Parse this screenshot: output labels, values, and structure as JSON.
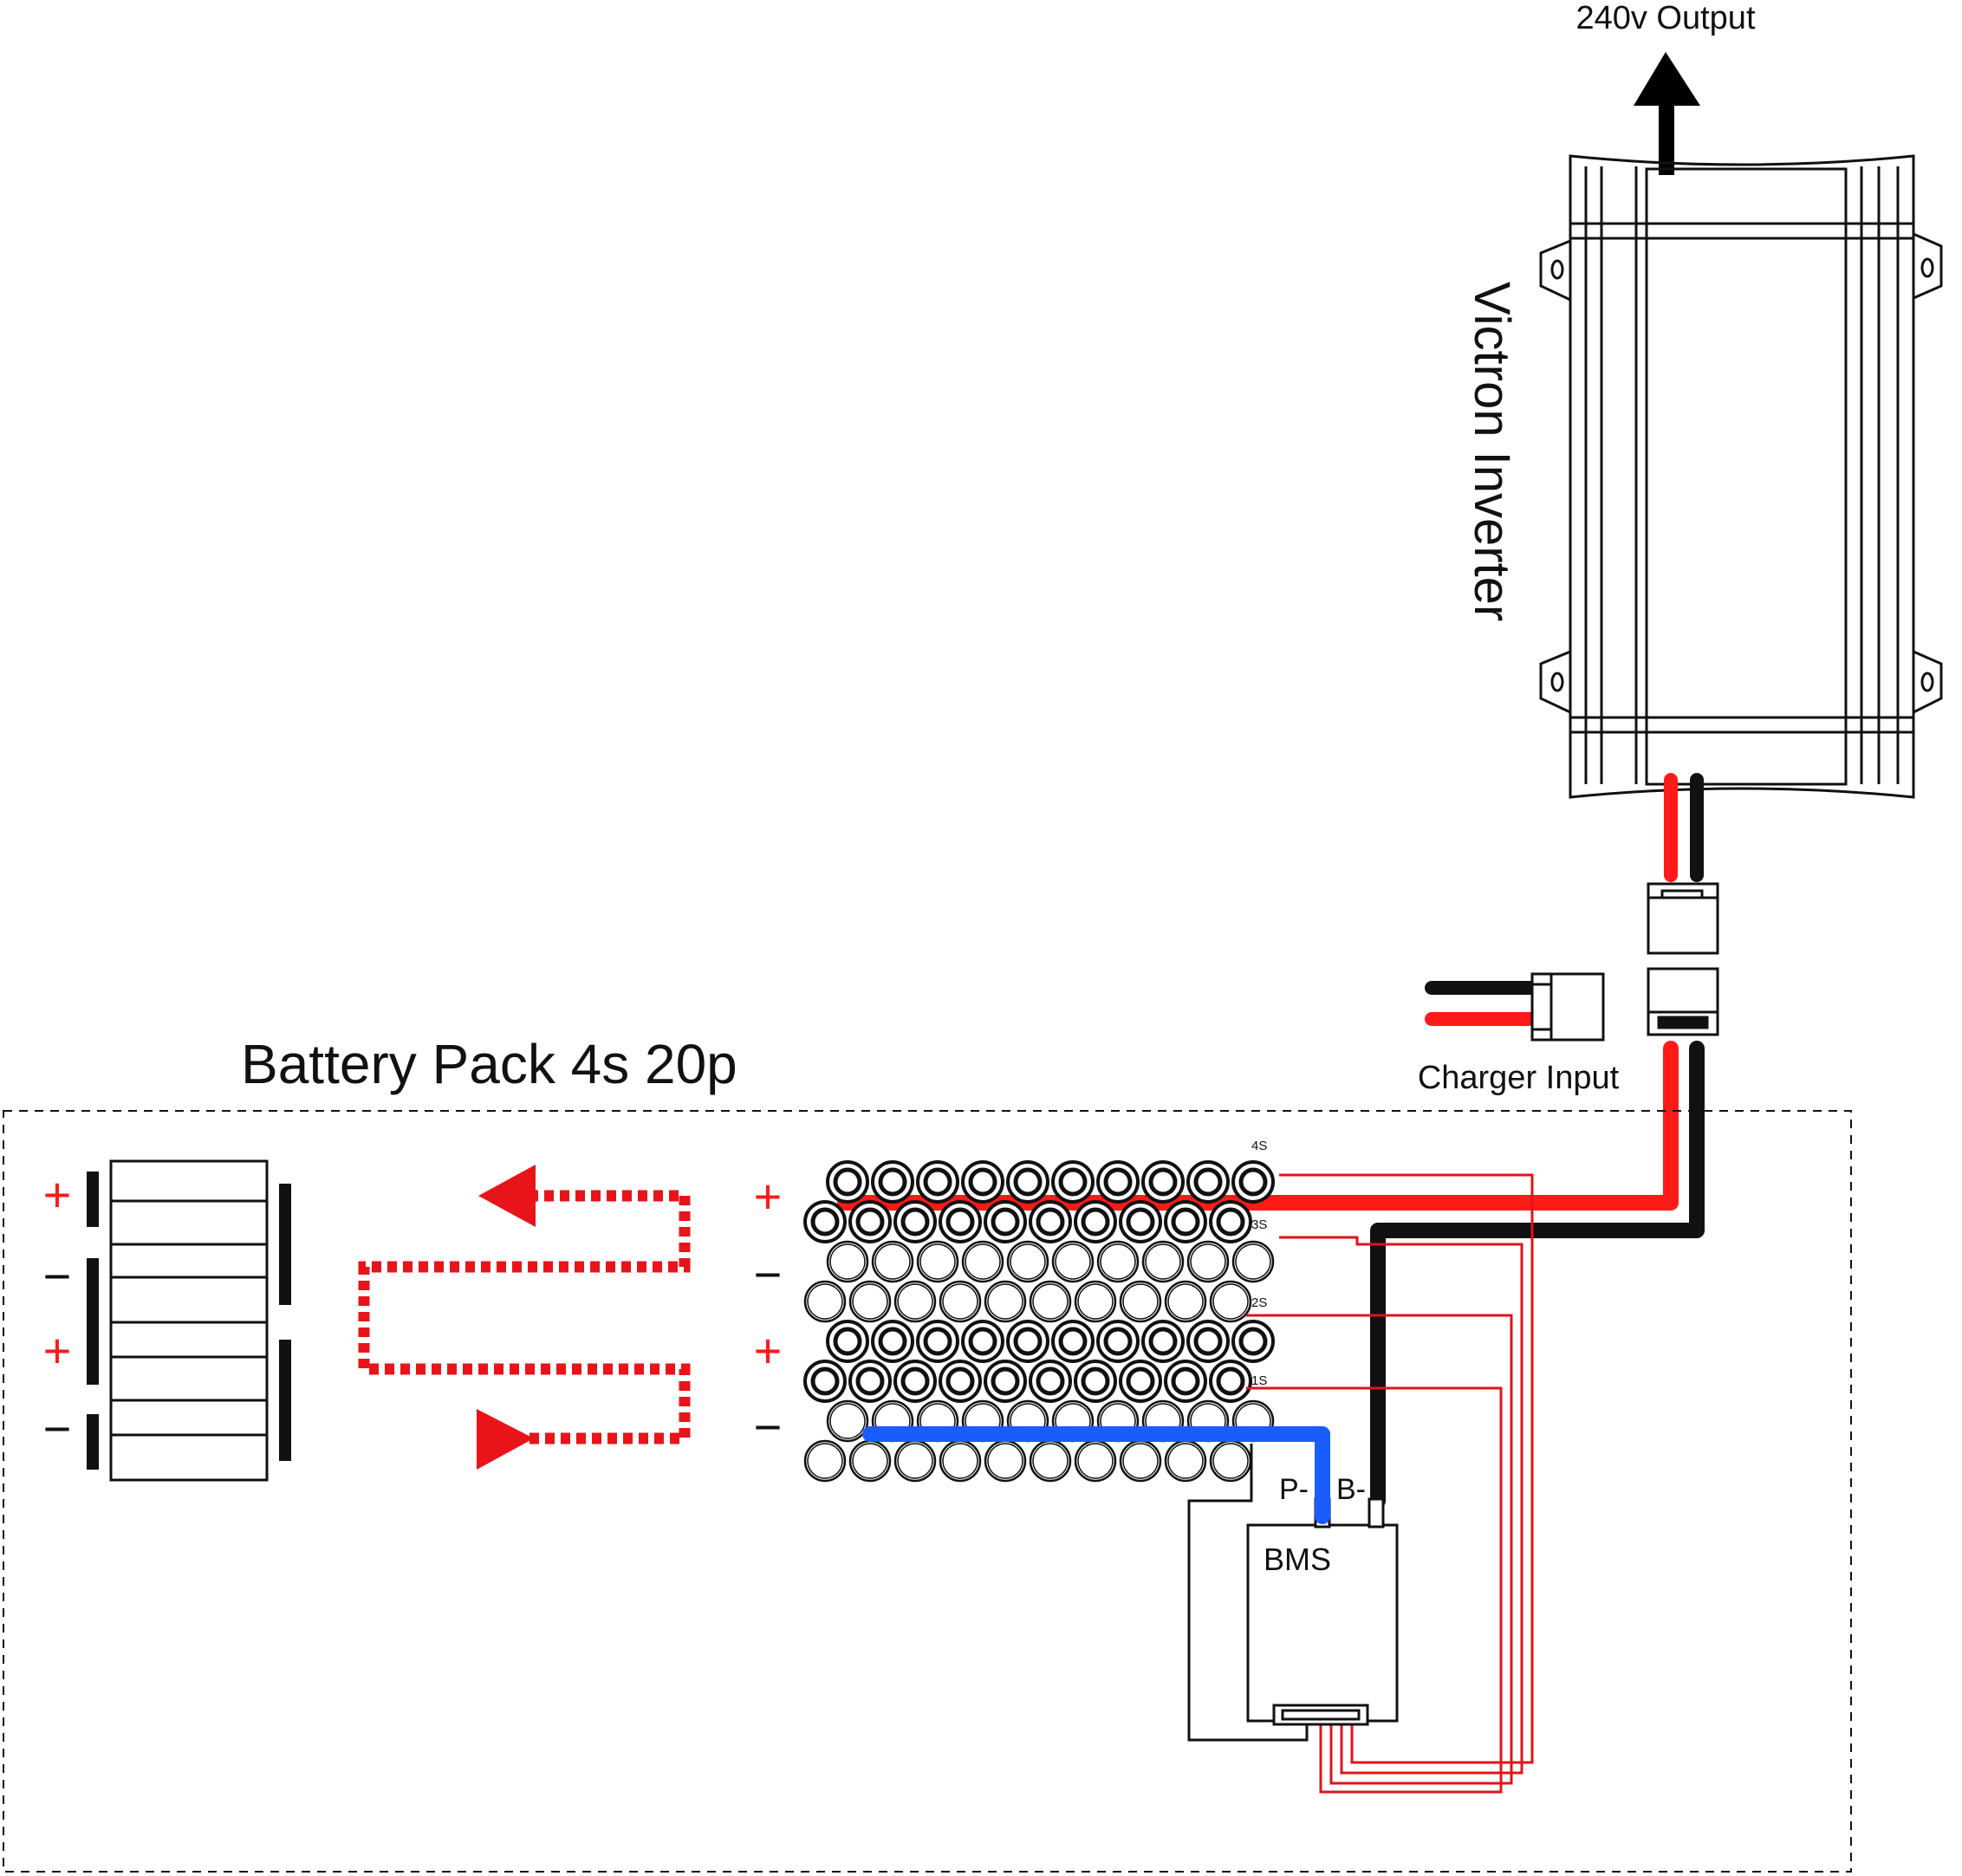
{
  "labels": {
    "output": "240v Output",
    "inverter": "Victron Inverter",
    "charger": "Charger Input",
    "pack_title": "Battery Pack 4s 20p",
    "bms": "BMS",
    "p_minus": "P-",
    "b_minus": "B-"
  },
  "taps": [
    "4S",
    "3S",
    "2S",
    "1S"
  ],
  "polarity": {
    "plus": "+",
    "minus": "−"
  },
  "colors": {
    "positive": "#ff1a1a",
    "negative": "#111111",
    "discharge_negative": "#1a5cff",
    "balance_leads": "#e0141a",
    "flow_arrows": "#e8141a"
  },
  "icons": [
    "up-arrow-icon",
    "left-arrow-icon",
    "right-arrow-icon"
  ]
}
